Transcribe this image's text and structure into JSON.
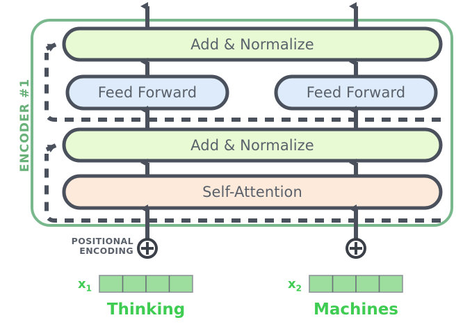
{
  "diagram": {
    "title_label": "ENCODER #1",
    "colors": {
      "encoder_border": "#79b88c",
      "addnorm_fill": "#e8fad4",
      "feedforward_fill": "#ddebfa",
      "selfattention_fill": "#fdeadb",
      "block_stroke": "#4a505c",
      "embedding_fill": "#9ddd9d",
      "embedding_stroke": "#8e9499",
      "green_text": "#3fcc52",
      "encoder_label_color": "#68b179",
      "box_text": "#5b616b"
    },
    "blocks": {
      "add_norm_top": "Add & Normalize",
      "add_norm_bottom": "Add & Normalize",
      "feed_forward_left": "Feed Forward",
      "feed_forward_right": "Feed Forward",
      "self_attention": "Self-Attention"
    },
    "positional_encoding": {
      "line1": "POSITIONAL",
      "line2": "ENCODING",
      "operator_icon": "plus-circle-icon"
    },
    "tokens": [
      {
        "vector_label": "x",
        "vector_subscript": "1",
        "word": "Thinking",
        "cells": 4
      },
      {
        "vector_label": "x",
        "vector_subscript": "2",
        "word": "Machines",
        "cells": 4
      }
    ]
  }
}
